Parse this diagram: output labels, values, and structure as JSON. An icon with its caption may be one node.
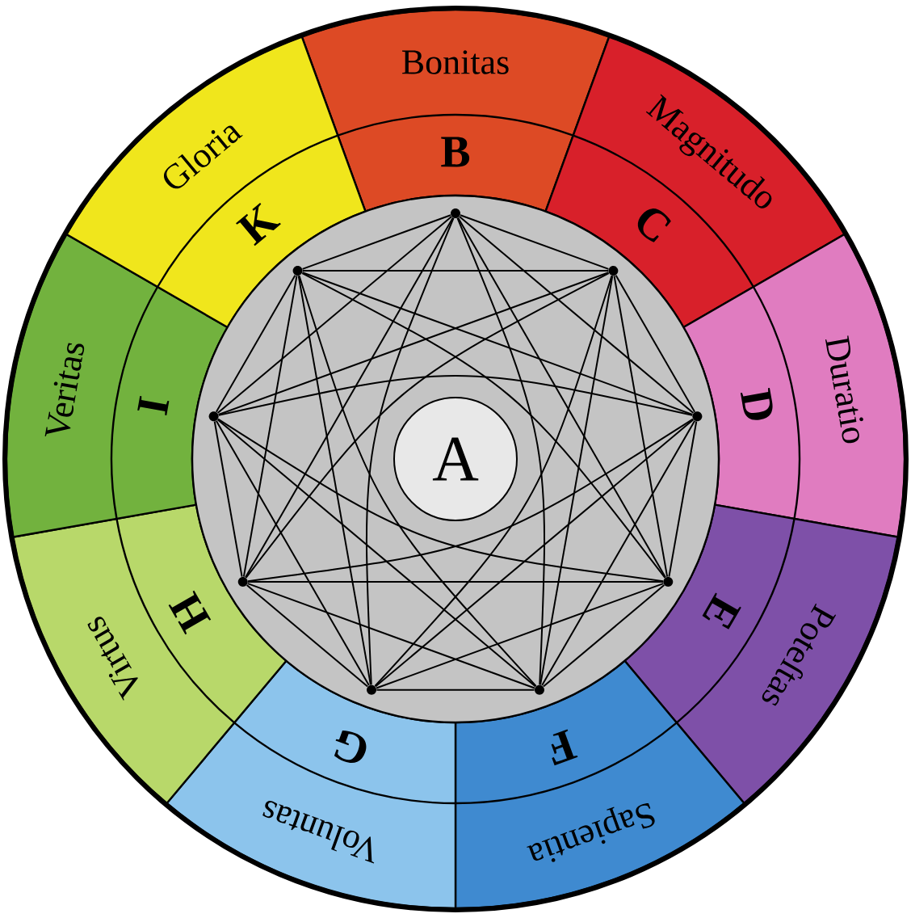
{
  "diagram": {
    "nodes": [
      {
        "text": [
          "Bonitas",
          "B"
        ]
      },
      {
        "text": [
          "Magnitudo",
          "C"
        ]
      },
      {
        "text": [
          "Duratio",
          "D"
        ]
      },
      {
        "text": [
          "Poteſtas",
          "E"
        ]
      },
      {
        "text": [
          "Sapientia",
          "F"
        ]
      },
      {
        "text": [
          "Voluntas",
          "G"
        ]
      },
      {
        "text": [
          "Virtus",
          "H"
        ]
      },
      {
        "text": [
          "Veritas",
          "I"
        ]
      },
      {
        "text": [
          "Gloria",
          "K"
        ]
      },
      {
        "text": [],
        "shape": "circle"
      },
      {
        "text": [
          "A"
        ],
        "in": 9
      },
      {
        "text": [],
        "shape": "circle",
        "in": 9
      },
      {
        "text": [],
        "shape": "circle",
        "in": 9
      },
      {
        "text": [],
        "shape": "circle",
        "in": 9
      },
      {
        "text": [],
        "shape": "circle",
        "in": 9
      },
      {
        "text": [],
        "shape": "circle",
        "in": 9
      },
      {
        "text": [],
        "shape": "circle",
        "in": 9
      },
      {
        "text": [],
        "shape": "circle",
        "in": 9
      },
      {
        "text": [],
        "shape": "circle",
        "in": 9
      },
      {
        "text": [],
        "shape": "circle",
        "in": 9
      }
    ],
    "edges": [
      {
        "from": 11,
        "to": 12,
        "arrow": "none"
      },
      {
        "from": 11,
        "to": 13,
        "arrow": "none"
      },
      {
        "from": 11,
        "to": 14,
        "arrow": "none"
      },
      {
        "from": 11,
        "to": 15,
        "arrow": "none"
      },
      {
        "from": 11,
        "to": 16,
        "arrow": "none"
      },
      {
        "from": 11,
        "to": 17,
        "arrow": "none"
      },
      {
        "from": 11,
        "to": 18,
        "arrow": "none"
      },
      {
        "from": 11,
        "to": 19,
        "arrow": "none"
      },
      {
        "from": 12,
        "to": 13,
        "arrow": "none"
      },
      {
        "from": 12,
        "to": 14,
        "arrow": "none"
      },
      {
        "from": 12,
        "to": 15,
        "arrow": "none"
      },
      {
        "from": 12,
        "to": 16,
        "arrow": "none"
      },
      {
        "from": 12,
        "to": 17,
        "arrow": "none"
      },
      {
        "from": 12,
        "to": 18,
        "arrow": "none"
      },
      {
        "from": 12,
        "to": 19,
        "arrow": "none"
      },
      {
        "from": 13,
        "to": 14,
        "arrow": "none"
      },
      {
        "from": 13,
        "to": 15,
        "arrow": "none"
      },
      {
        "from": 13,
        "to": 16,
        "arrow": "none"
      },
      {
        "from": 13,
        "to": 17,
        "arrow": "none"
      },
      {
        "from": 13,
        "to": 18,
        "arrow": "none"
      },
      {
        "from": 13,
        "to": 19,
        "arrow": "none"
      },
      {
        "from": 14,
        "to": 15,
        "arrow": "none"
      },
      {
        "from": 14,
        "to": 16,
        "arrow": "none"
      },
      {
        "from": 14,
        "to": 17,
        "arrow": "none"
      },
      {
        "from": 14,
        "to": 18,
        "arrow": "none"
      },
      {
        "from": 14,
        "to": 19,
        "arrow": "none"
      },
      {
        "from": 15,
        "to": 16,
        "arrow": "none"
      },
      {
        "from": 15,
        "to": 17,
        "arrow": "none"
      },
      {
        "from": 15,
        "to": 18,
        "arrow": "none"
      },
      {
        "from": 15,
        "to": 19,
        "arrow": "none"
      },
      {
        "from": 16,
        "to": 17,
        "arrow": "none"
      },
      {
        "from": 16,
        "to": 18,
        "arrow": "none"
      },
      {
        "from": 16,
        "to": 19,
        "arrow": "none"
      },
      {
        "from": 17,
        "to": 18,
        "arrow": "none"
      },
      {
        "from": 17,
        "to": 19,
        "arrow": "none"
      },
      {
        "from": 18,
        "to": 19,
        "arrow": "none"
      }
    ]
  }
}
